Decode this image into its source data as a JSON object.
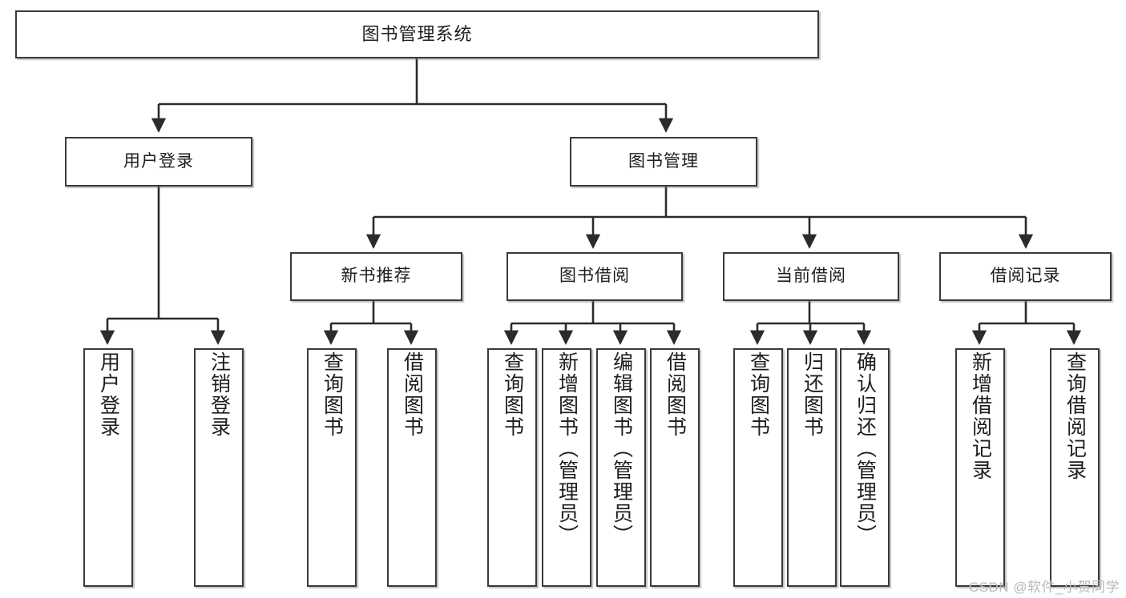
{
  "diagram": {
    "type": "tree",
    "title": "图书管理系统",
    "root": {
      "label": "图书管理系统"
    },
    "level2": [
      {
        "label": "用户登录"
      },
      {
        "label": "图书管理"
      }
    ],
    "level3": [
      {
        "label": "新书推荐"
      },
      {
        "label": "图书借阅"
      },
      {
        "label": "当前借阅"
      },
      {
        "label": "借阅记录"
      }
    ],
    "leaves": {
      "user_login": [
        {
          "label": "用户登录"
        },
        {
          "label": "注销登录"
        }
      ],
      "new_book_recommend": [
        {
          "label": "查询图书"
        },
        {
          "label": "借阅图书"
        }
      ],
      "book_borrow": [
        {
          "label": "查询图书"
        },
        {
          "label": "新增图书（管理员）"
        },
        {
          "label": "编辑图书（管理员）"
        },
        {
          "label": "借阅图书"
        }
      ],
      "current_borrow": [
        {
          "label": "查询图书"
        },
        {
          "label": "归还图书"
        },
        {
          "label": "确认归还（管理员）"
        }
      ],
      "borrow_record": [
        {
          "label": "新增借阅记录"
        },
        {
          "label": "查询借阅记录"
        }
      ]
    }
  },
  "watermark": {
    "text": "CSDN @软件_小贺同学"
  },
  "colors": {
    "border": "#3a3a3a",
    "text": "#1d1d1d",
    "background": "#ffffff",
    "connector": "#2b2b2b",
    "watermark": "#b9b9b9"
  }
}
